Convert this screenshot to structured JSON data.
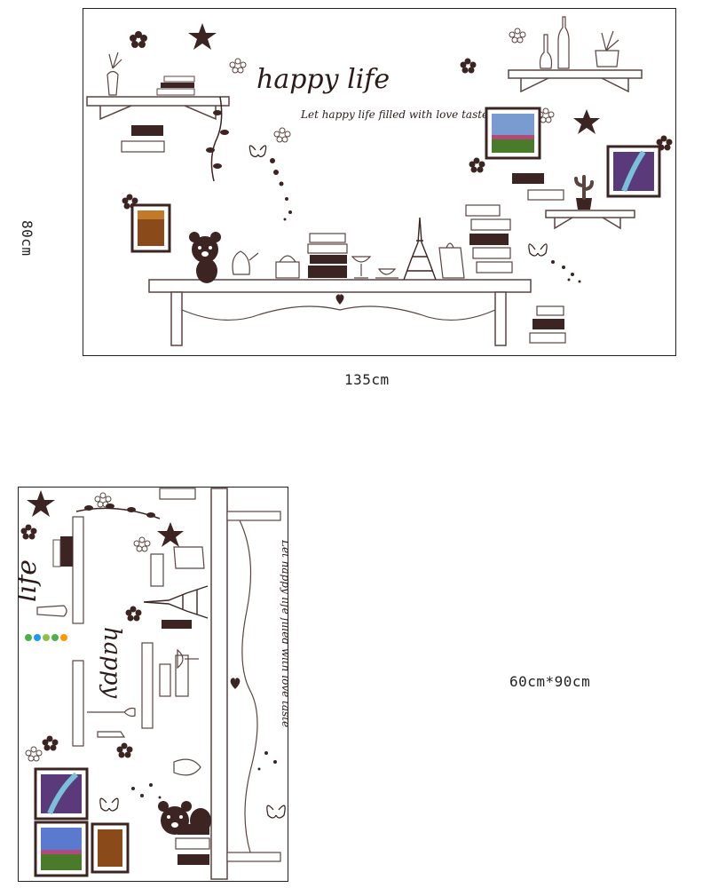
{
  "decal_preview": {
    "heading": "happy life",
    "tagline": "Let happy life filled with love taste",
    "width_label": "135cm",
    "height_label": "80cm"
  },
  "sticker_sheet": {
    "heading_word_1": "life",
    "heading_word_2": "happy",
    "tagline": "Let happy life filled with love taste",
    "size_label": "60cm*90cm"
  },
  "colors": {
    "ink": "#3b2421",
    "outline": "#5a4440",
    "frame_border": "#222222"
  },
  "icons": [
    "star-icon",
    "flower-icon",
    "butterfly-icon",
    "heart-icon",
    "teddy-bear-icon",
    "eiffel-tower-icon",
    "picture-frame-icon",
    "book-stack-icon",
    "shelf-icon"
  ]
}
